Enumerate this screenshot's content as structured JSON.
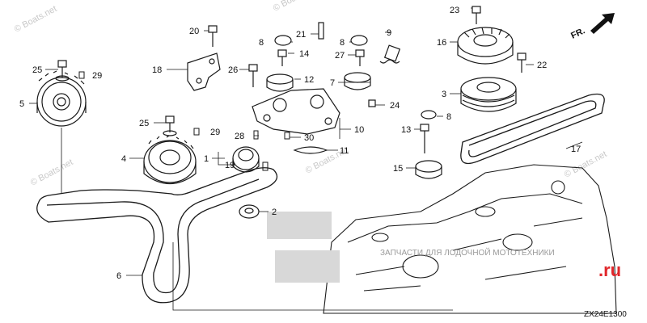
{
  "watermark": {
    "text": "© Boats.net"
  },
  "direction": {
    "label": "FR."
  },
  "diagram_code": "ZX24E1300",
  "store_logo": {
    "text": ".ru",
    "tagline": "ЗАПЧАСТИ ДЛЯ ЛОДОЧНОЙ МОТОТЕХНИКИ"
  },
  "callouts": {
    "c1": "1",
    "c2": "2",
    "c3": "3",
    "c4": "4",
    "c5": "5",
    "c6": "6",
    "c7": "7",
    "c8a": "8",
    "c8b": "8",
    "c8c": "8",
    "c9": "9",
    "c10": "10",
    "c11": "11",
    "c12": "12",
    "c13": "13",
    "c14": "14",
    "c15": "15",
    "c16": "16",
    "c17": "17",
    "c18": "18",
    "c19": "19",
    "c20": "20",
    "c21": "21",
    "c22": "22",
    "c23": "23",
    "c24": "24",
    "c25a": "25",
    "c25b": "25",
    "c26": "26",
    "c27": "27",
    "c28": "28",
    "c29a": "29",
    "c29b": "29",
    "c30": "30"
  },
  "colors": {
    "line": "#1a1a1a",
    "watermark": "#c8c8c8",
    "logo_red": "#e0272b"
  }
}
